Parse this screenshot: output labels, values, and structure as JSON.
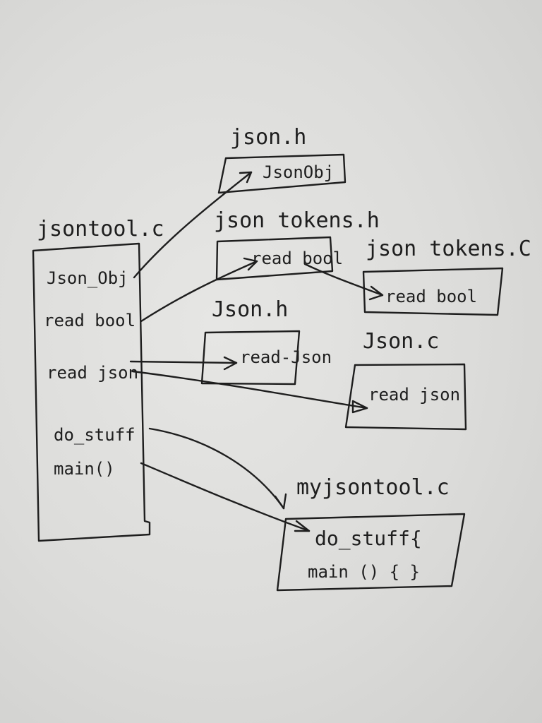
{
  "files": {
    "jsontool_c": {
      "title": "jsontool.c",
      "items": [
        "Json_Obj",
        "read bool",
        "read json",
        "do_stuff",
        "main()"
      ]
    },
    "json_h_top": {
      "title": "json.h",
      "item": "JsonObj"
    },
    "json_tokens_h": {
      "title": "json tokens.h",
      "item": "read bool"
    },
    "json_tokens_c": {
      "title": "json tokens.C",
      "item": "read bool"
    },
    "json_h_mid": {
      "title": "Json.h",
      "item": "read-Json"
    },
    "json_c": {
      "title": "Json.c",
      "item": "read json"
    },
    "myjsontool_c": {
      "title": "myjsontool.c",
      "items": [
        "do_stuff{",
        "main () { }"
      ]
    }
  },
  "edges": [
    {
      "from": "jsontool.c / Json_Obj",
      "to": "json.h / JsonObj"
    },
    {
      "from": "jsontool.c / read bool",
      "to": "json tokens.h / read bool"
    },
    {
      "from": "json tokens.h / read bool",
      "to": "json tokens.C / read bool"
    },
    {
      "from": "jsontool.c / read json",
      "to": "Json.h / read-Json"
    },
    {
      "from": "jsontool.c / read json",
      "to": "Json.c / read json"
    },
    {
      "from": "jsontool.c / do_stuff",
      "to": "myjsontool.c / do_stuff"
    },
    {
      "from": "jsontool.c / main()",
      "to": "myjsontool.c / do_stuff"
    }
  ]
}
